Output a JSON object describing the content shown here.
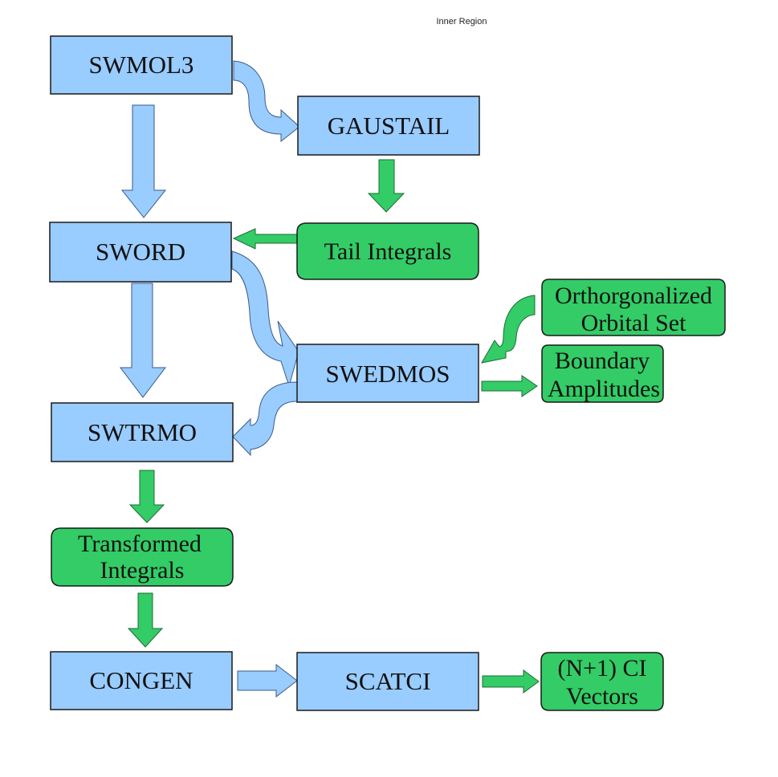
{
  "title": "Inner Region",
  "colors": {
    "program_box": "#99CCFF",
    "data_box": "#33CC66",
    "program_arrow": "#99CCFF",
    "data_arrow": "#33CC66",
    "stroke": "#1a1a1a"
  },
  "programs": {
    "swmol3": "SWMOL3",
    "gaustail": "GAUSTAIL",
    "sword": "SWORD",
    "swedmos": "SWEDMOS",
    "swtrmo": "SWTRMO",
    "congen": "CONGEN",
    "scatci": "SCATCI"
  },
  "data_outputs": {
    "tail_integrals": "Tail Integrals",
    "orthogonalized_line1": "Orthorgonalized",
    "orthogonalized_line2": "Orbital Set",
    "boundary_line1": "Boundary",
    "boundary_line2": "Amplitudes",
    "transformed_line1": "Transformed",
    "transformed_line2": "Integrals",
    "ci_vectors_line1": "(N+1) CI",
    "ci_vectors_line2": "Vectors"
  }
}
